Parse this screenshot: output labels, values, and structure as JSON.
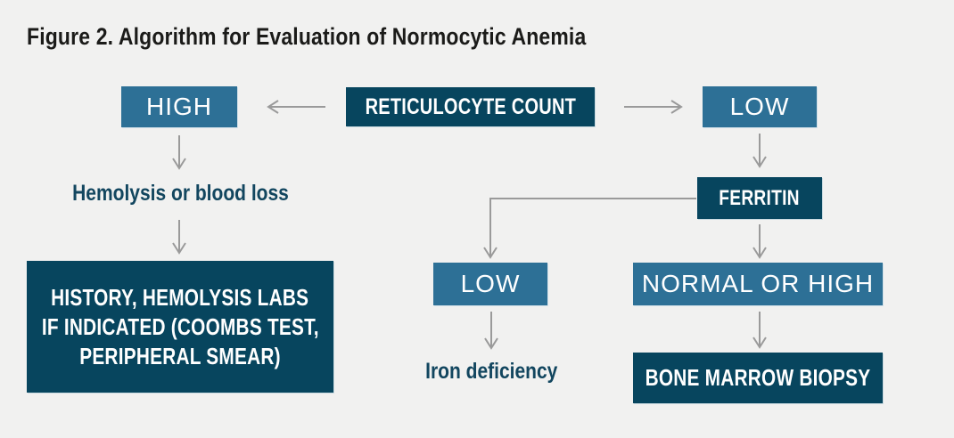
{
  "figure": {
    "title": "Figure 2. Algorithm for Evaluation of Normocytic Anemia"
  },
  "colors": {
    "background": "#f1f1f0",
    "dark_box": "#07455e",
    "blue_box": "#2d7096",
    "arrow": "#9a9a9a",
    "title_text": "#1b1b19",
    "result_text": "#12465f",
    "box_text": "#ffffff"
  },
  "nodes": {
    "reticulocyte_count": {
      "label": "RETICULOCYTE COUNT"
    },
    "high_branch": {
      "label": "HIGH"
    },
    "low_branch": {
      "label": "LOW"
    },
    "hemolysis_result": {
      "label": "Hemolysis or blood loss"
    },
    "history_action": {
      "lines": [
        "HISTORY, HEMOLYSIS LABS",
        "IF INDICATED (COOMBS TEST,",
        "PERIPHERAL SMEAR)"
      ]
    },
    "ferritin_test": {
      "label": "FERRITIN"
    },
    "ferritin_low": {
      "label": "LOW"
    },
    "ferritin_normal_high": {
      "label": "NORMAL OR HIGH"
    },
    "iron_deficiency_result": {
      "label": "Iron deficiency"
    },
    "bone_marrow_biopsy": {
      "label": "BONE MARROW BIOPSY"
    }
  }
}
